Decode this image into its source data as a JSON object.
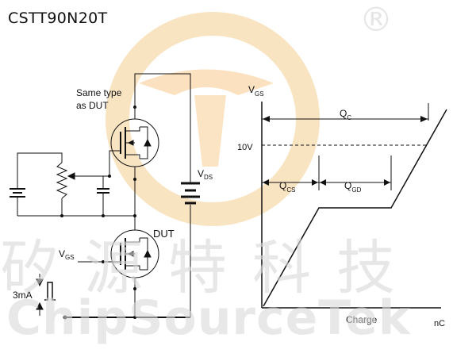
{
  "title": "CSTT90N20T",
  "registered_mark": "®",
  "watermark": {
    "chinese": "矽源特科技",
    "english": "ChipSourceTek"
  },
  "circuit": {
    "same_type_label_line1": "Same type",
    "same_type_label_line2": "as DUT",
    "dut_label": "DUT",
    "vgs_label": "V",
    "vgs_sub": "GS",
    "vds_label": "V",
    "vds_sub": "DS",
    "current_label": "3mA"
  },
  "chart": {
    "vgs_label": "V",
    "vgs_sub": "GS",
    "level_label": "10V",
    "qc_label": "Q",
    "qc_sub": "C",
    "qcs_label": "Q",
    "qcs_sub": "CS",
    "qgd_label": "Q",
    "qgd_sub": "GD",
    "xlabel": "Charge",
    "xunit": "nC"
  },
  "colors": {
    "line": "#111111",
    "watermark_logo": "#f6c37a",
    "watermark_text": "#d9d9d9"
  }
}
